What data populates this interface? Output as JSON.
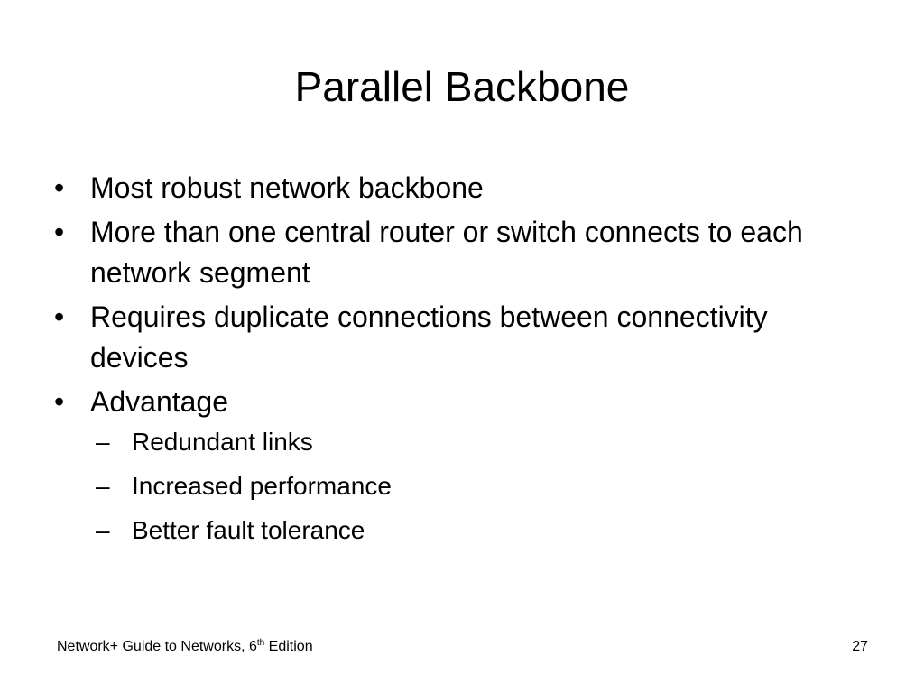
{
  "slide": {
    "title": "Parallel Backbone",
    "bullets": [
      {
        "text": "Most robust network backbone"
      },
      {
        "text": "More than one central router or switch connects to each network segment"
      },
      {
        "text": "Requires duplicate connections between connectivity devices"
      },
      {
        "text": "Advantage"
      }
    ],
    "sub_bullets": [
      {
        "text": "Redundant links"
      },
      {
        "text": "Increased performance"
      },
      {
        "text": "Better fault tolerance"
      }
    ],
    "bullet_marker": "•",
    "sub_marker": "–",
    "footer": {
      "prefix": "Network+ Guide to Networks, 6",
      "superscript": "th",
      "suffix": " Edition",
      "page_number": "27"
    }
  }
}
